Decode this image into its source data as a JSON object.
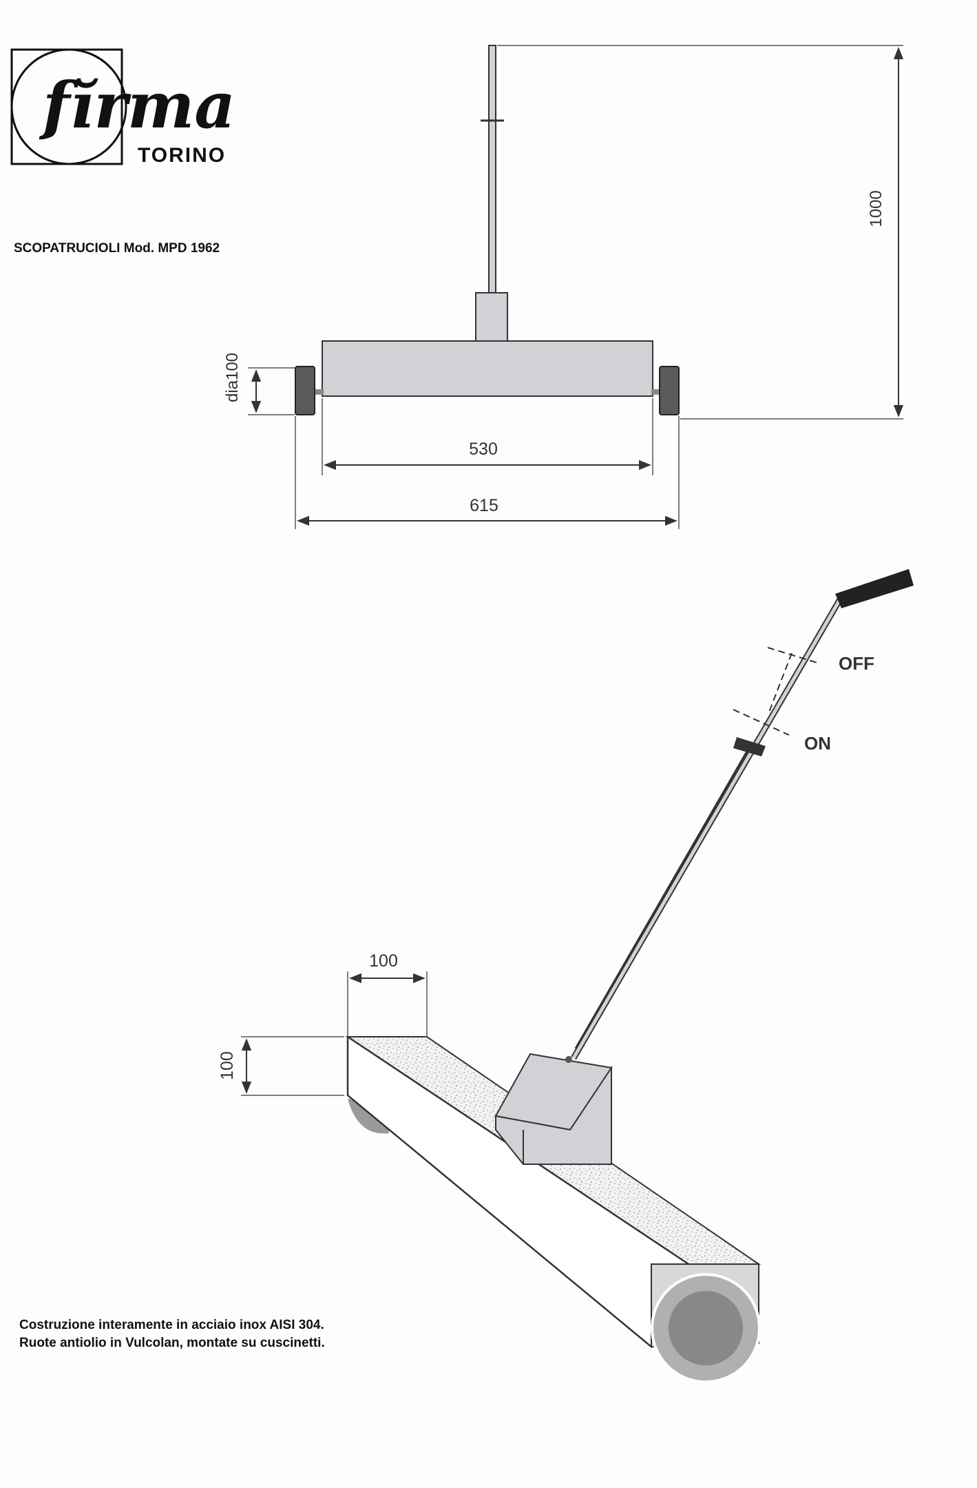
{
  "logo": {
    "brand": "fĭrma",
    "city": "TORINO"
  },
  "product": {
    "title": "SCOPATRUCIOLI  Mod. MPD 1962"
  },
  "front_view": {
    "height_dim": "1000",
    "wheel_dim": "dia100",
    "inner_width_dim": "530",
    "outer_width_dim": "615"
  },
  "perspective_view": {
    "lever_off": "OFF",
    "lever_on": "ON",
    "top_width_dim": "100",
    "side_height_dim": "100"
  },
  "notes": {
    "line1": "Costruzione interamente in acciaio inox AISI 304.",
    "line2": "Ruote antiolio in Vulcolan, montate su cuscinetti."
  },
  "colors": {
    "body_fill": "#d2d2d6",
    "line": "#333333",
    "wheel": "#5a5a5a",
    "speckle": "#bdbdbd",
    "roller_inner": "#888888",
    "roller_outer": "#b0b0b0"
  }
}
